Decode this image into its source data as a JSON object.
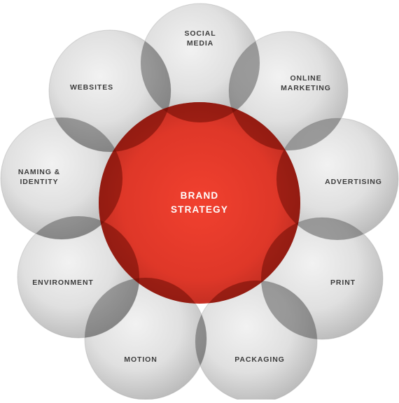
{
  "center": {
    "label_lines": [
      "BRAND",
      "STRATEGY"
    ],
    "color": "#e32b1c"
  },
  "petals": [
    {
      "id": "social-media",
      "label_lines": [
        "SOCIAL",
        "MEDIA"
      ]
    },
    {
      "id": "online-marketing",
      "label_lines": [
        "ONLINE",
        "MARKETING"
      ]
    },
    {
      "id": "advertising",
      "label_lines": [
        "ADVERTISING"
      ]
    },
    {
      "id": "print",
      "label_lines": [
        "PRINT"
      ]
    },
    {
      "id": "packaging",
      "label_lines": [
        "PACKAGING"
      ]
    },
    {
      "id": "motion",
      "label_lines": [
        "MOTION"
      ]
    },
    {
      "id": "environment",
      "label_lines": [
        "ENVIRONMENT"
      ]
    },
    {
      "id": "naming-identity",
      "label_lines": [
        "NAMING &",
        "IDENTITY"
      ]
    },
    {
      "id": "websites",
      "label_lines": [
        "WEBSITES"
      ]
    }
  ],
  "colors": {
    "petal_light": "#ececec",
    "petal_dark": "#a9a9a9",
    "overlap": "#4a4a4a",
    "label": "#3c3c3c"
  }
}
